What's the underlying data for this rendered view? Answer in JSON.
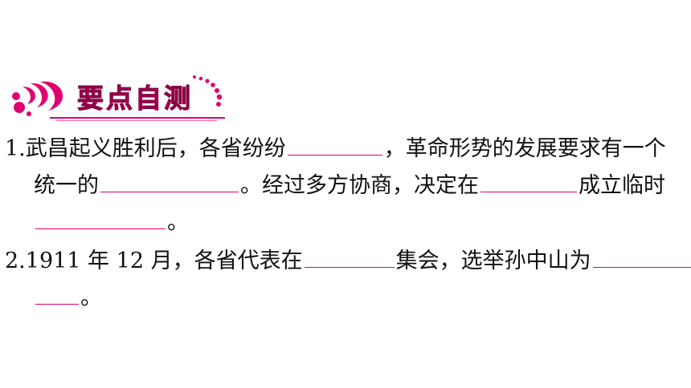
{
  "section": {
    "title": "要点自测",
    "icon": "pink-bubble-decoration-icon",
    "accent_color": "#e0006f"
  },
  "questions": [
    {
      "number": "1.",
      "lines": [
        {
          "parts": [
            "武昌起义胜利后，各省纷纷",
            "，革命形势的发展要求有一个"
          ]
        },
        {
          "parts": [
            "统一的",
            "。经过多方协商，决定在",
            "成立临时"
          ]
        },
        {
          "parts": [
            "",
            "。"
          ]
        }
      ]
    },
    {
      "number": "2.",
      "lines": [
        {
          "parts": [
            "1911 年 12 月，各省代表在",
            "集会，选举孙中山为"
          ]
        },
        {
          "parts": [
            "",
            "。"
          ]
        }
      ]
    }
  ]
}
